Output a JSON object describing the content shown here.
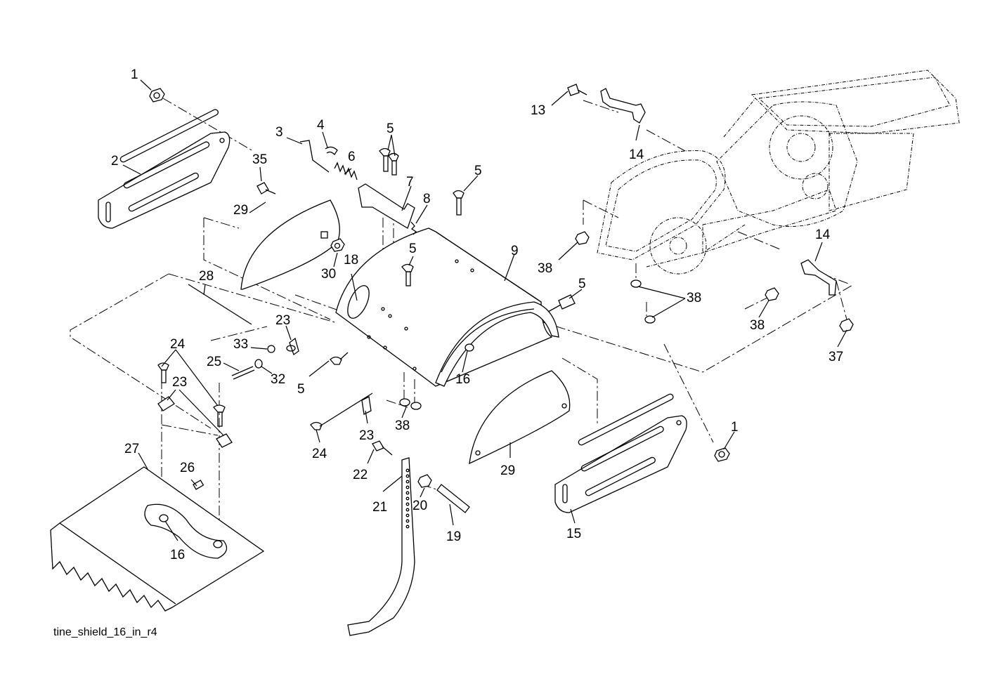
{
  "diagram": {
    "caption": "tine_shield_16_in_r4",
    "callouts": [
      {
        "id": "c1a",
        "text": "1"
      },
      {
        "id": "c1b",
        "text": "1"
      },
      {
        "id": "c2",
        "text": "2"
      },
      {
        "id": "c3",
        "text": "3"
      },
      {
        "id": "c4",
        "text": "4"
      },
      {
        "id": "c5a",
        "text": "5"
      },
      {
        "id": "c5b",
        "text": "5"
      },
      {
        "id": "c5c",
        "text": "5"
      },
      {
        "id": "c5d",
        "text": "5"
      },
      {
        "id": "c5e",
        "text": "5"
      },
      {
        "id": "c6",
        "text": "6"
      },
      {
        "id": "c7",
        "text": "7"
      },
      {
        "id": "c8",
        "text": "8"
      },
      {
        "id": "c9",
        "text": "9"
      },
      {
        "id": "c13",
        "text": "13"
      },
      {
        "id": "c14a",
        "text": "14"
      },
      {
        "id": "c14b",
        "text": "14"
      },
      {
        "id": "c15",
        "text": "15"
      },
      {
        "id": "c16a",
        "text": "16"
      },
      {
        "id": "c16b",
        "text": "16"
      },
      {
        "id": "c18",
        "text": "18"
      },
      {
        "id": "c19",
        "text": "19"
      },
      {
        "id": "c20",
        "text": "20"
      },
      {
        "id": "c21",
        "text": "21"
      },
      {
        "id": "c22",
        "text": "22"
      },
      {
        "id": "c23a",
        "text": "23"
      },
      {
        "id": "c23b",
        "text": "23"
      },
      {
        "id": "c23c",
        "text": "23"
      },
      {
        "id": "c24a",
        "text": "24"
      },
      {
        "id": "c24b",
        "text": "24"
      },
      {
        "id": "c25",
        "text": "25"
      },
      {
        "id": "c26",
        "text": "26"
      },
      {
        "id": "c27",
        "text": "27"
      },
      {
        "id": "c28",
        "text": "28"
      },
      {
        "id": "c29a",
        "text": "29"
      },
      {
        "id": "c29b",
        "text": "29"
      },
      {
        "id": "c30",
        "text": "30"
      },
      {
        "id": "c32",
        "text": "32"
      },
      {
        "id": "c33",
        "text": "33"
      },
      {
        "id": "c35",
        "text": "35"
      },
      {
        "id": "c37",
        "text": "37"
      },
      {
        "id": "c38a",
        "text": "38"
      },
      {
        "id": "c38b",
        "text": "38"
      },
      {
        "id": "c38c",
        "text": "38"
      },
      {
        "id": "c38d",
        "text": "38"
      }
    ]
  }
}
